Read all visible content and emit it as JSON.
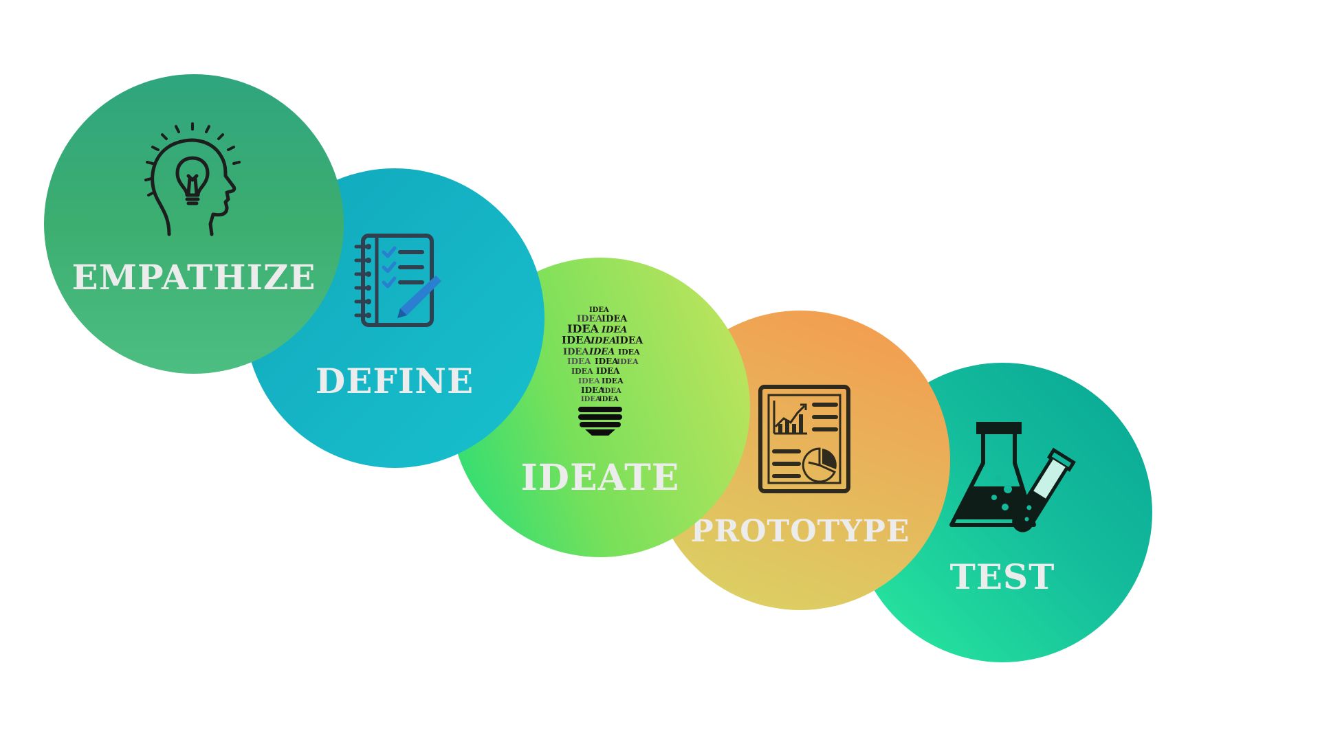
{
  "stages": [
    {
      "label": "EMPATHIZE",
      "icon": "head-lightbulb-icon",
      "colors": [
        "#2fa57f",
        "#4dbe82"
      ]
    },
    {
      "label": "DEFINE",
      "icon": "checklist-notebook-icon",
      "colors": [
        "#10a8bc",
        "#17c0cc"
      ]
    },
    {
      "label": "IDEATE",
      "icon": "idea-word-lightbulb-icon",
      "colors": [
        "#20dd7a",
        "#c8e45e"
      ]
    },
    {
      "label": "PROTOTYPE",
      "icon": "report-chart-icon",
      "colors": [
        "#f5994d",
        "#d9d565"
      ]
    },
    {
      "label": "TEST",
      "icon": "flask-test-tube-icon",
      "colors": [
        "#08a594",
        "#2aec9d"
      ]
    }
  ],
  "bulb_word": "IDEA",
  "label_color": "#ececec"
}
